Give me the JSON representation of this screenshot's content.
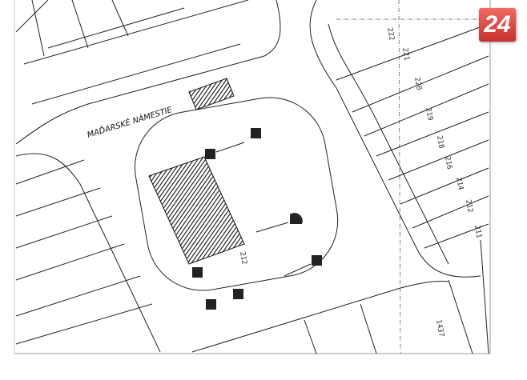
{
  "logo": {
    "text": "24",
    "color": "#d9413a"
  },
  "map": {
    "street_name": "MAĎARSKÉ NÁMESTIE",
    "parcel_labels": [
      "222",
      "221",
      "220",
      "219",
      "218",
      "216",
      "214",
      "212",
      "211"
    ],
    "center_label": "212",
    "bottom_label": "1437"
  }
}
